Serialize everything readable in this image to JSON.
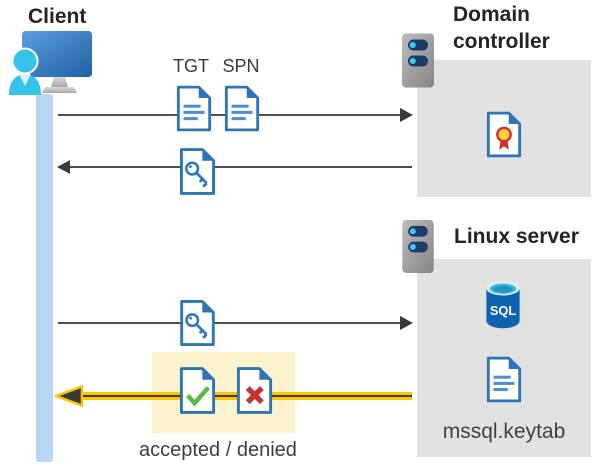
{
  "client": {
    "label": "Client"
  },
  "domain_controller": {
    "label": "Domain controller"
  },
  "linux_server": {
    "label": "Linux server",
    "sql_text": "SQL",
    "keytab_label": "mssql.keytab"
  },
  "tickets": {
    "tgt": "TGT",
    "spn": "SPN"
  },
  "result": {
    "label": "accepted / denied"
  },
  "icons": {
    "client": "client-workstation-icon",
    "servers": "server-icon",
    "tickets": "ticket-document-icon",
    "service_key": "key-document-icon",
    "certificate": "certificate-document-icon",
    "database": "sql-database-icon",
    "keytab": "keytab-document-icon",
    "accepted": "accepted-check-document-icon",
    "denied": "denied-cross-document-icon"
  },
  "colors": {
    "doc_blue": "#2e75b5",
    "doc_line_blue": "#4a8fd0",
    "lifeline_blue": "#b9d7f3",
    "box_gray": "#e2e2e2",
    "highlight_yellow": "#faf3ce",
    "arrow_yellow": "#fdc500",
    "arrow_gray": "#4d4d4d",
    "check_green": "#58b947",
    "cross_red": "#c23431",
    "sql_blue": "#0e63b0",
    "sql_cyan": "#35b9dc",
    "person_cyan": "#35c3ec",
    "server_pill_navy": "#1e3a66",
    "cert_yellow": "#ffd23b",
    "cert_red": "#d0342c"
  }
}
